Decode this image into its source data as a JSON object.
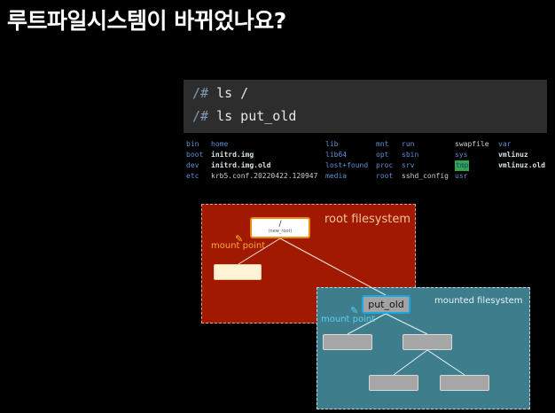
{
  "slide": {
    "title": "루트파일시스템이 바뀌었나요?"
  },
  "terminal": {
    "commands": [
      {
        "prompt": "/#",
        "text": " ls /"
      },
      {
        "prompt": "/#",
        "text": " ls put_old"
      }
    ]
  },
  "ls_output": {
    "rows": [
      [
        {
          "t": "bin",
          "k": "dir"
        },
        {
          "t": "home",
          "k": "dir"
        },
        {
          "t": "lib",
          "k": "dir"
        },
        {
          "t": "mnt",
          "k": "dir"
        },
        {
          "t": "run",
          "k": "dir"
        },
        {
          "t": "swapfile",
          "k": "file"
        },
        {
          "t": "var",
          "k": "dir"
        }
      ],
      [
        {
          "t": "boot",
          "k": "dir"
        },
        {
          "t": "initrd.img",
          "k": "img"
        },
        {
          "t": "lib64",
          "k": "dir"
        },
        {
          "t": "opt",
          "k": "dir"
        },
        {
          "t": "sbin",
          "k": "dir"
        },
        {
          "t": "sys",
          "k": "dir"
        },
        {
          "t": "vmlinuz",
          "k": "img"
        }
      ],
      [
        {
          "t": "dev",
          "k": "dir"
        },
        {
          "t": "initrd.img.old",
          "k": "img"
        },
        {
          "t": "lost+found",
          "k": "dir"
        },
        {
          "t": "proc",
          "k": "dir"
        },
        {
          "t": "srv",
          "k": "dir"
        },
        {
          "t": "tmp",
          "k": "hl"
        },
        {
          "t": "vmlinuz.old",
          "k": "img"
        }
      ],
      [
        {
          "t": "etc",
          "k": "dir"
        },
        {
          "t": "krb5.conf.20220422.120947",
          "k": "file"
        },
        {
          "t": "media",
          "k": "dir"
        },
        {
          "t": "root",
          "k": "dir"
        },
        {
          "t": "sshd_config",
          "k": "file"
        },
        {
          "t": "usr",
          "k": "dir"
        }
      ]
    ]
  },
  "diagram": {
    "root_fs_label": "root filesystem",
    "mounted_fs_label": "mounted filesystem",
    "root_node": "/",
    "root_node_sub": "(new_root)",
    "put_old_node": "put_old",
    "mount_point_label_1": "mount point",
    "mount_point_label_2": "mount point",
    "colors": {
      "root_fs": "#a11a00",
      "mounted_fs": "#3e7e8c",
      "root_node_border": "#f08a17",
      "put_old_border": "#19a8e4"
    },
    "icons": [
      "pencil-icon"
    ]
  }
}
